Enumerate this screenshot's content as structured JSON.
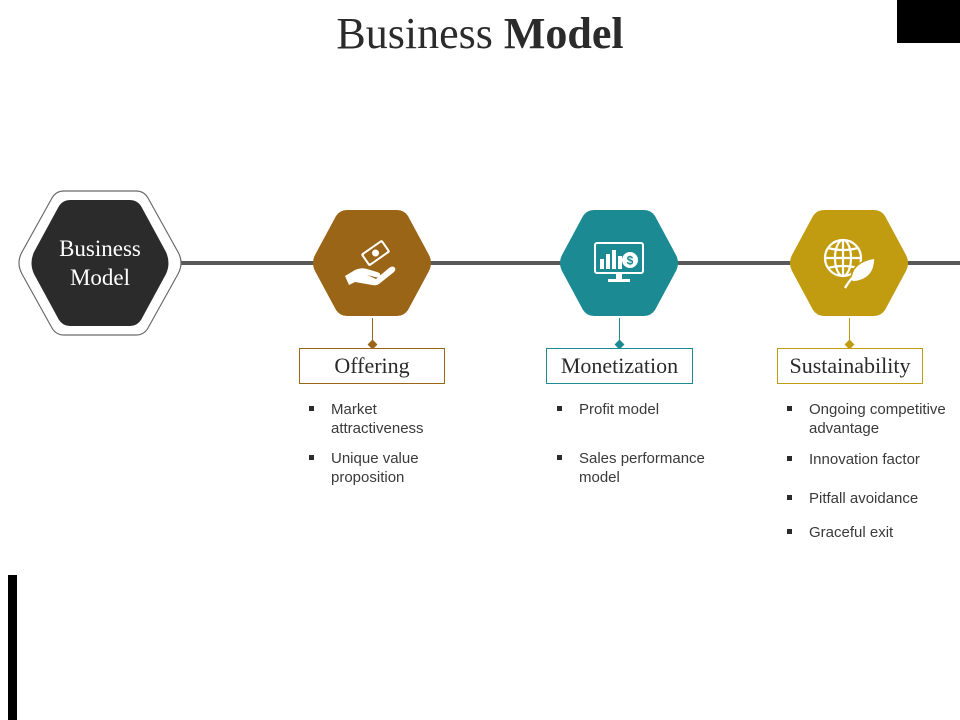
{
  "title": {
    "regular": "Business ",
    "bold": "Model"
  },
  "center": {
    "line1": "Business",
    "line2": "Model"
  },
  "colors": {
    "offering": "#9a6516",
    "monetization": "#1c8a92",
    "sustainability": "#c29c10",
    "center": "#2b2b2b"
  },
  "stages": [
    {
      "label": "Offering",
      "icon": "hand-money-icon",
      "bullets": [
        "Market attractiveness",
        "Unique value proposition"
      ]
    },
    {
      "label": "Monetization",
      "icon": "monitor-chart-dollar-icon",
      "bullets": [
        "Profit model",
        "Sales performance model"
      ]
    },
    {
      "label": "Sustainability",
      "icon": "globe-leaf-icon",
      "bullets": [
        "Ongoing competitive advantage",
        "Innovation factor",
        "Pitfall avoidance",
        "Graceful exit"
      ]
    }
  ]
}
